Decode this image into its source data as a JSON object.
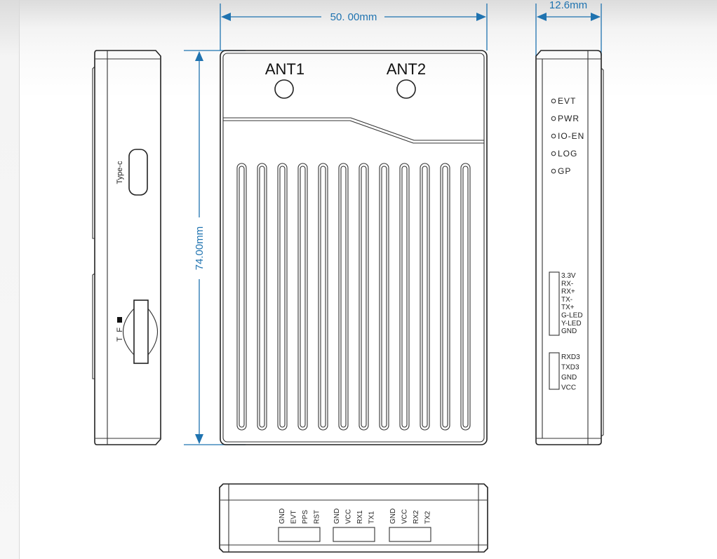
{
  "dimensions": {
    "width": "50. 00mm",
    "height": "74.00mm",
    "depth": "12.6mm"
  },
  "front": {
    "antennas": [
      "ANT1",
      "ANT2"
    ],
    "slot_count": 12
  },
  "left_side": {
    "usb_label": "Type-c",
    "tf_label": "T F"
  },
  "right_side": {
    "leds": [
      "EVT",
      "PWR",
      "IO-EN",
      "LOG",
      "GP"
    ],
    "connector1": [
      "3.3V",
      "RX-",
      "RX+",
      "TX-",
      "TX+",
      "G-LED",
      "Y-LED",
      "GND"
    ],
    "connector2": [
      "RXD3",
      "TXD3",
      "GND",
      "VCC"
    ]
  },
  "bottom": {
    "groups": [
      [
        "GND",
        "EVT",
        "PPS",
        "RST"
      ],
      [
        "GND",
        "VCC",
        "RX1",
        "TX1"
      ],
      [
        "GND",
        "VCC",
        "RX2",
        "TX2"
      ]
    ]
  },
  "colors": {
    "dimension": "#1f73b0",
    "line": "#222222"
  }
}
